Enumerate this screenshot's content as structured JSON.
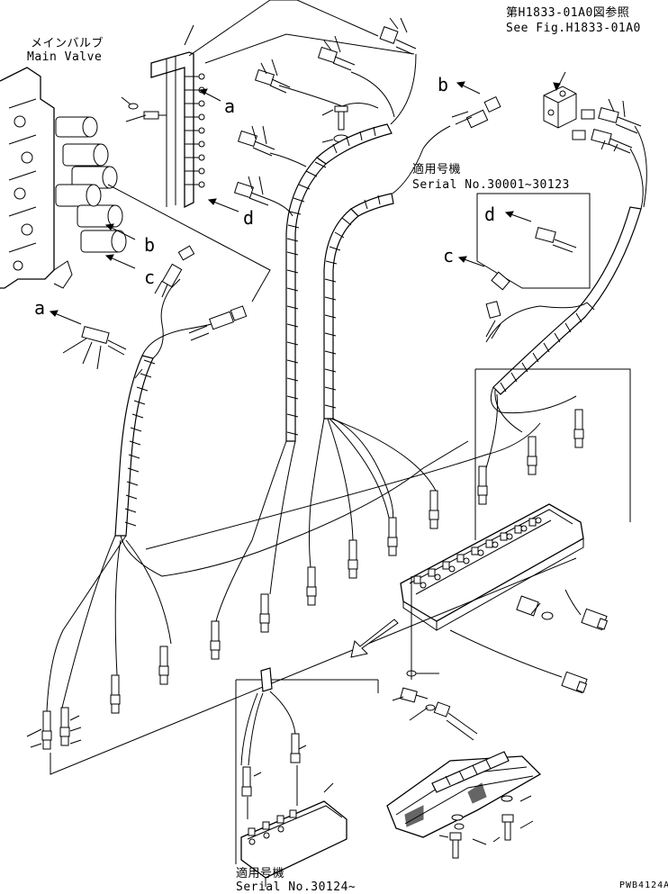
{
  "labels": {
    "main_valve_jp": "メインバルブ",
    "main_valve_en": "Main Valve",
    "ref_jp": "第H1833-01A0図参照",
    "ref_en": "See Fig.H1833-01A0",
    "serial_top_jp": "適用号機",
    "serial_top_en": "Serial No.30001~30123",
    "serial_bottom_jp": "適用号機",
    "serial_bottom_en": "Serial No.30124~",
    "drawing_code": "PWB4124A"
  },
  "callouts": {
    "a": "a",
    "b": "b",
    "c": "c",
    "d": "d"
  }
}
